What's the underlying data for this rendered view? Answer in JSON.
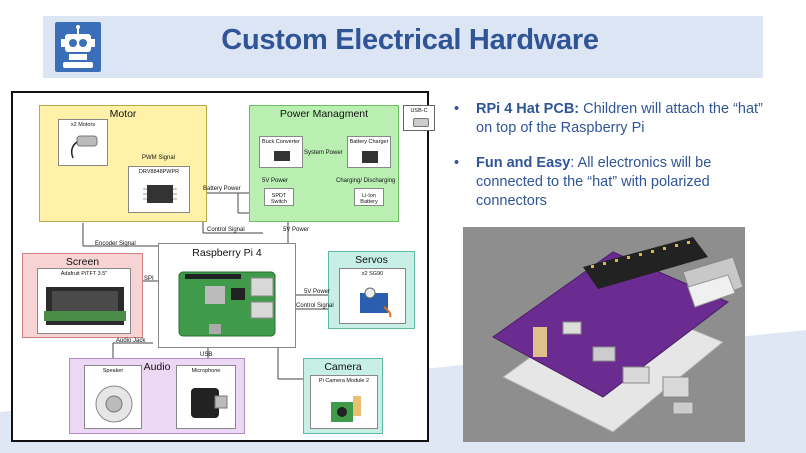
{
  "slide": {
    "title": "Custom Electrical Hardware"
  },
  "diagram": {
    "motor": {
      "title": "Motor",
      "motors_label": "x2 Motors",
      "driver_label": "DRV8848PWPR",
      "pwm_label": "PWM Signal"
    },
    "power": {
      "title": "Power Managment",
      "usb_label": "USB-C",
      "buck_label": "Buck Converter",
      "charger_label": "Battery Charger",
      "system_power_label": "System Power",
      "five_v_label": "5V Power",
      "charging_label": "Charging/ Discharging",
      "spdt_label": "SPDT Switch",
      "battery_label": "Li-Ion Battery"
    },
    "wires": {
      "battery_power": "Battery Power",
      "control_signal": "Control Signal",
      "five_v_power": "5V Power",
      "encoder_signal": "Encoder Signal",
      "spi": "SPI",
      "five_v_power_servo": "5V Power",
      "control_signal_servo": "Control Signal",
      "audio_jack": "Audio Jack",
      "usb": "USB"
    },
    "pi": {
      "title": "Raspberry Pi 4"
    },
    "screen": {
      "title": "Screen",
      "part_label": "Adafruit PiTFT 3.5\""
    },
    "servos": {
      "title": "Servos",
      "part_label": "x2 SG90"
    },
    "audio": {
      "title": "Audio",
      "speaker_label": "Speaker",
      "mic_label": "Microphone"
    },
    "camera": {
      "title": "Camera",
      "part_label": "Pi Camera Module 2"
    }
  },
  "bullets": [
    {
      "heading": "RPi 4 Hat PCB:",
      "text": " Children will attach the “hat” on top of the Raspberry Pi"
    },
    {
      "heading": "Fun and Easy",
      "text": ": All electronics will be connected to the “hat” with polarized connectors"
    }
  ],
  "colors": {
    "title": "#2f5597",
    "title_bar": "#dbe5f4",
    "motor_block": "#fff2a8",
    "power_block": "#b9f0b2",
    "screen_block": "#f8d3d3",
    "servos_block": "#c8efe6",
    "audio_block": "#ecd7f4",
    "camera_block": "#c8efe6",
    "pcb_board": "#6a2c91"
  },
  "icons": {
    "logo": "robot-logo-icon",
    "bullet": "bullet-dot-icon"
  }
}
